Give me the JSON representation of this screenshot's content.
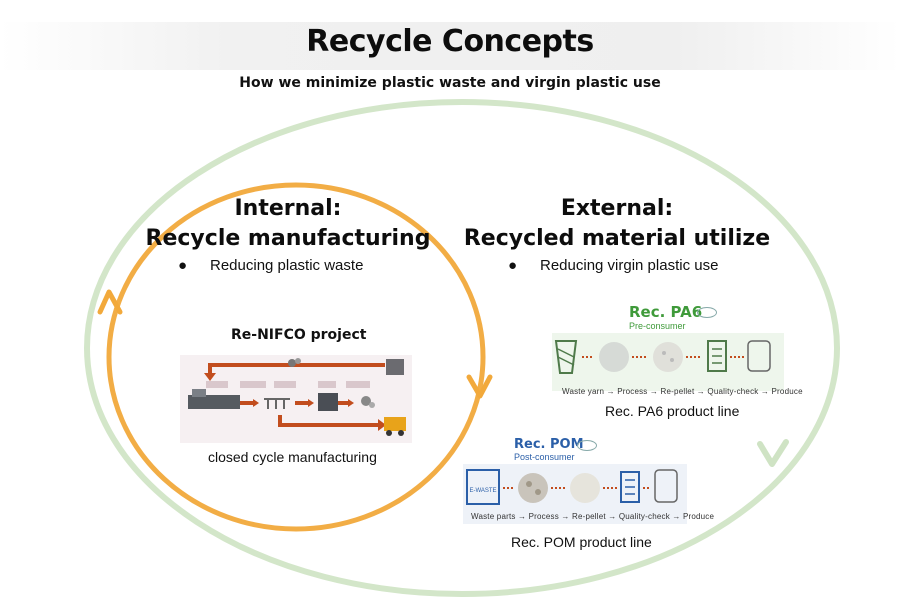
{
  "header": {
    "title": "Recycle Concepts",
    "subtitle": "How we minimize plastic waste and virgin plastic use"
  },
  "internal": {
    "heading_line1": "Internal:",
    "heading_line2": "Recycle manufacturing",
    "bullet": "Reducing plastic waste",
    "project_title": "Re-NIFCO project",
    "caption": "closed cycle manufacturing",
    "loop_color": "#f2a93b"
  },
  "external": {
    "heading_line1": "External:",
    "heading_line2": "Recycled material utilize",
    "bullet": "Reducing virgin plastic use",
    "loop_color": "#cfe3c4",
    "pa6": {
      "label": "Rec. PA6",
      "sublabel": "Pre-consumer",
      "steps": "Waste yarn → Process → Re-pellet → Quality-check → Produce",
      "caption": "Rec. PA6 product line"
    },
    "pom": {
      "label": "Rec. POM",
      "sublabel": "Post-consumer",
      "steps": "Waste parts → Process → Re-pellet → Quality-check → Produce",
      "caption": "Rec. POM product line",
      "ewaste_label": "E-WASTE"
    }
  }
}
